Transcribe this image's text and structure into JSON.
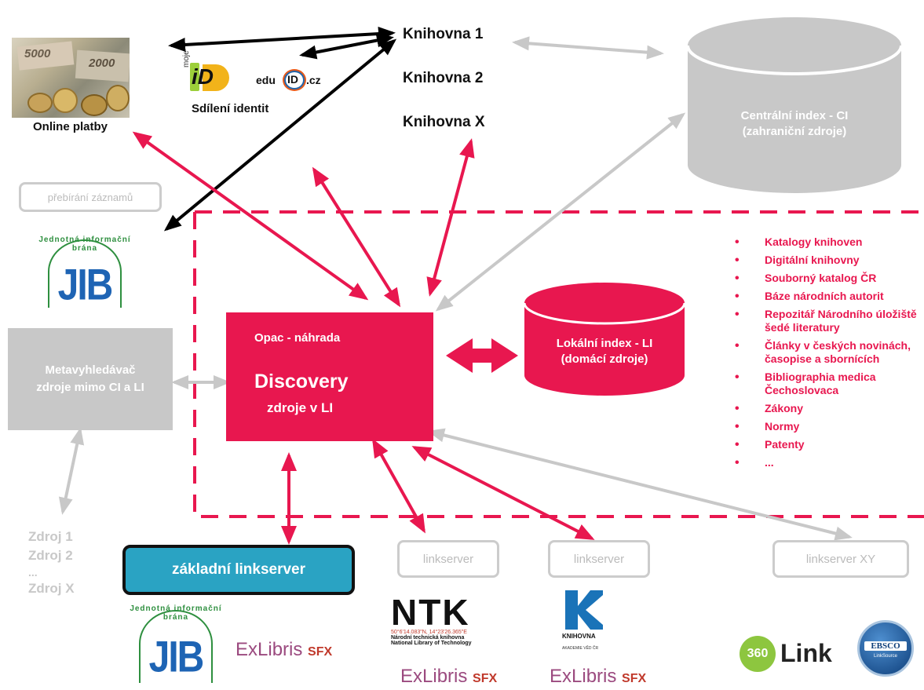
{
  "top": {
    "libraries": [
      "Knihovna 1",
      "Knihovna 2",
      "Knihovna X"
    ],
    "online_payments": "Online platby",
    "identity_sharing": "Sdílení identit",
    "mojeid": {
      "moje": "moje",
      "id": "iD"
    },
    "eduid": {
      "edu": "edu",
      "id": "ID",
      "cz": ".cz"
    },
    "banknotes": [
      "5000",
      "2000"
    ]
  },
  "central_index": {
    "title": "Centrální index - CI",
    "subtitle": "(zahraniční zdroje)"
  },
  "record_import": "přebírání záznamů",
  "jib": {
    "letters": "JIB",
    "arc": "Jednotná informační brána"
  },
  "metasearch": {
    "line1": "Metavyhledávač",
    "line2": "zdroje mimo CI a LI"
  },
  "discovery": {
    "opac": "Opac - náhrada",
    "title": "Discovery",
    "sub": "zdroje v LI"
  },
  "local_index": {
    "title": "Lokální index - LI",
    "subtitle": "(domácí zdroje)"
  },
  "local_sources": [
    "Katalogy knihoven",
    "Digitální knihovny",
    "Souborný katalog ČR",
    "Báze národních autorit",
    "Repozitář Národního úložiště šedé literatury",
    "Články v českých novinách, časopise a sbornících",
    "Bibliographia medica Čechoslovaca",
    "Zákony",
    "Normy",
    "Patenty",
    "..."
  ],
  "sources": [
    "Zdroj 1",
    "Zdroj 2",
    "...",
    "Zdroj X"
  ],
  "linkservers": {
    "basic": "základní linkserver",
    "ntk": "linkserver",
    "knav": "linkserver",
    "xy": "linkserver XY"
  },
  "ntk": {
    "logo": "NTK",
    "coords": "50°6'14.083\"N, 14°23'26.365\"E",
    "name_cz": "Národní technická knihovna",
    "name_en": "National Library of Technology"
  },
  "knav": {
    "name": "KNIHOVNA",
    "sub": "AKADEMIE VĚD ČR"
  },
  "exlibris": {
    "brand": "ExLibris",
    "product": "SFX"
  },
  "link360": {
    "num": "360",
    "word": "Link"
  },
  "ebsco": {
    "name": "EBSCO",
    "sub": "LinkSource"
  },
  "colors": {
    "pink": "#e8174f",
    "gray": "#c8c8c8",
    "teal": "#2aa3c3",
    "black": "#000000"
  }
}
